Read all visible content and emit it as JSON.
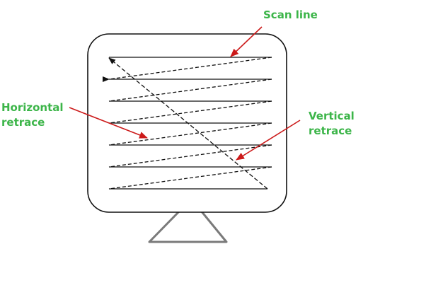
{
  "labels": {
    "scan_line": "Scan line",
    "horizontal_retrace": [
      "Horizontal",
      "retrace"
    ],
    "vertical_retrace": [
      "Vertical",
      "retrace"
    ]
  },
  "colors": {
    "label_text": "#3cb549",
    "pointer_arrow": "#cc1a1a",
    "screen_lines": "#111111",
    "monitor_stand": "#7a7a7a"
  },
  "icons": {
    "monitor": "monitor-outline",
    "stand": "triangle-stand"
  }
}
